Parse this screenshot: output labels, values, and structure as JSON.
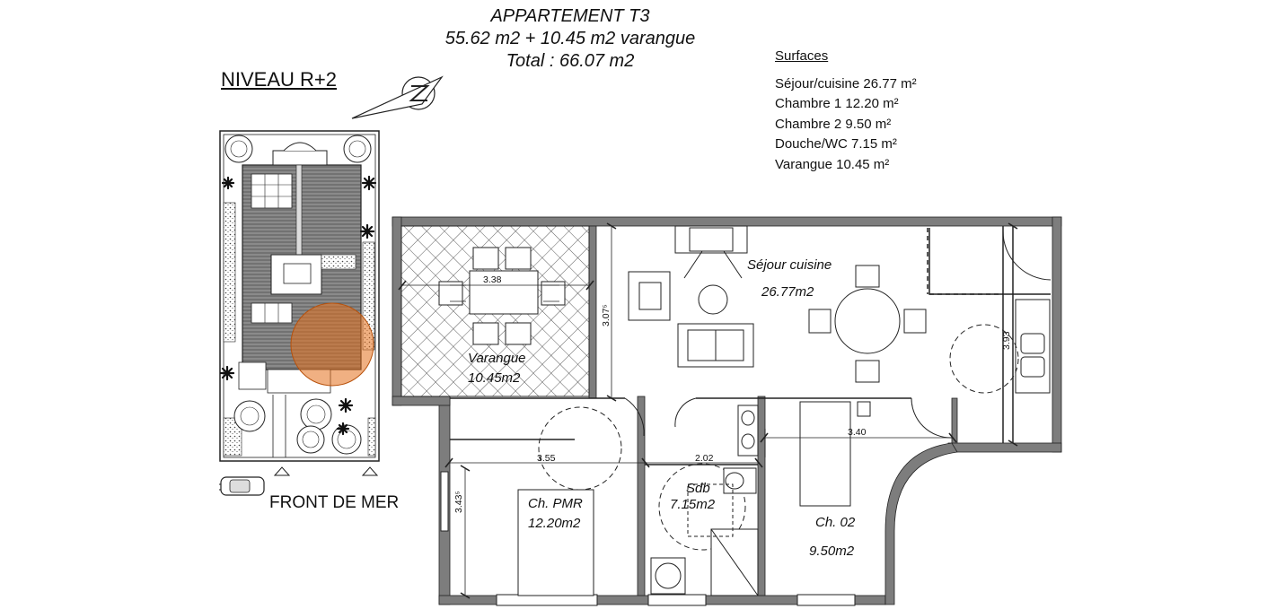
{
  "header": {
    "line1": "APPARTEMENT  T3",
    "line2": "55.62 m2 + 10.45 m2 varangue",
    "line3": "Total : 66.07 m2"
  },
  "level_label": "NIVEAU R+2",
  "front_label": "FRONT DE MER",
  "surfaces": {
    "heading": "Surfaces",
    "items": [
      "Séjour/cuisine  26.77 m²",
      "Chambre 1  12.20 m²",
      "Chambre 2  9.50 m²",
      "Douche/WC  7.15 m²",
      "Varangue  10.45 m²"
    ]
  },
  "rooms": {
    "sejour_name": "Séjour cuisine",
    "sejour_area": "26.77m2",
    "varangue_name": "Varangue",
    "varangue_area": "10.45m2",
    "chpmr_name": "Ch. PMR",
    "chpmr_area": "12.20m2",
    "sdb_name": "Sdb",
    "sdb_area": "7.15m2",
    "ch02_name": "Ch. 02",
    "ch02_area": "9.50m2"
  },
  "dimensions": {
    "d338": "3.38",
    "d307": "3.07⁵",
    "d393": "3.93",
    "d340": "3.40",
    "d355": "3.55",
    "d202": "2.02",
    "d343": "3.43⁵"
  },
  "colors": {
    "wall": "#7d7d7d",
    "line": "#222222",
    "highlight": "#e3701c"
  }
}
